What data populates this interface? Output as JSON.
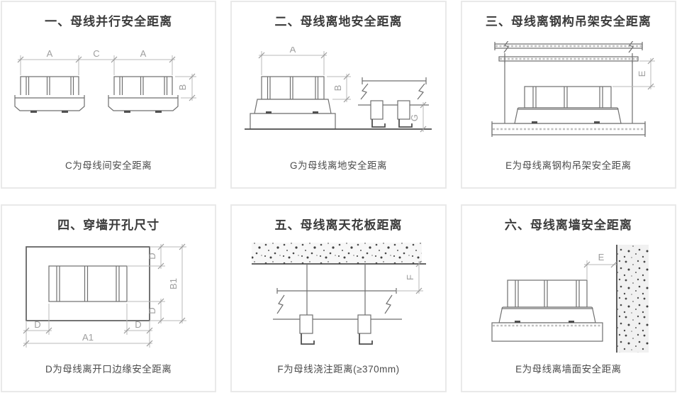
{
  "page": {
    "background": "#ffffff",
    "card_border_color": "#e9e9e9",
    "title_color": "#3b3b3b",
    "caption_color": "#4c4c4c",
    "drawing_line_color": "#6f6f6f",
    "dimension_color": "#9e9e9e"
  },
  "panels": [
    {
      "id": "busbar-parallel-clearance",
      "title": "一、母线并行安全距离",
      "caption": "C为母线间安全距离",
      "dim_labels": {
        "a_left": "A",
        "c": "C",
        "a_right": "A",
        "b": "B"
      }
    },
    {
      "id": "busbar-ground-clearance",
      "title": "二、母线离地安全距离",
      "caption": "G为母线离地安全距离",
      "dim_labels": {
        "a": "A",
        "b": "B",
        "g": "G"
      }
    },
    {
      "id": "busbar-steel-hanger-clearance",
      "title": "三、母线离钢构吊架安全距离",
      "caption": "E为母线离钢构吊架安全距离",
      "dim_labels": {
        "e": "E"
      }
    },
    {
      "id": "wall-opening-size",
      "title": "四、穿墙开孔尺寸",
      "caption": "D为母线离开口边缘安全距离",
      "dim_labels": {
        "d_top": "D",
        "d_bottom": "D",
        "b1": "B1",
        "d_left": "D",
        "d_right": "D",
        "a1": "A1"
      }
    },
    {
      "id": "busbar-ceiling-distance",
      "title": "五、母线离天花板距离",
      "caption": "F为母线浇注距离(≥370mm)",
      "dim_labels": {
        "f": "F"
      }
    },
    {
      "id": "busbar-wall-clearance",
      "title": "六、母线离墙安全距离",
      "caption": "E为母线离墙面安全距离",
      "dim_labels": {
        "e": "E"
      }
    }
  ]
}
